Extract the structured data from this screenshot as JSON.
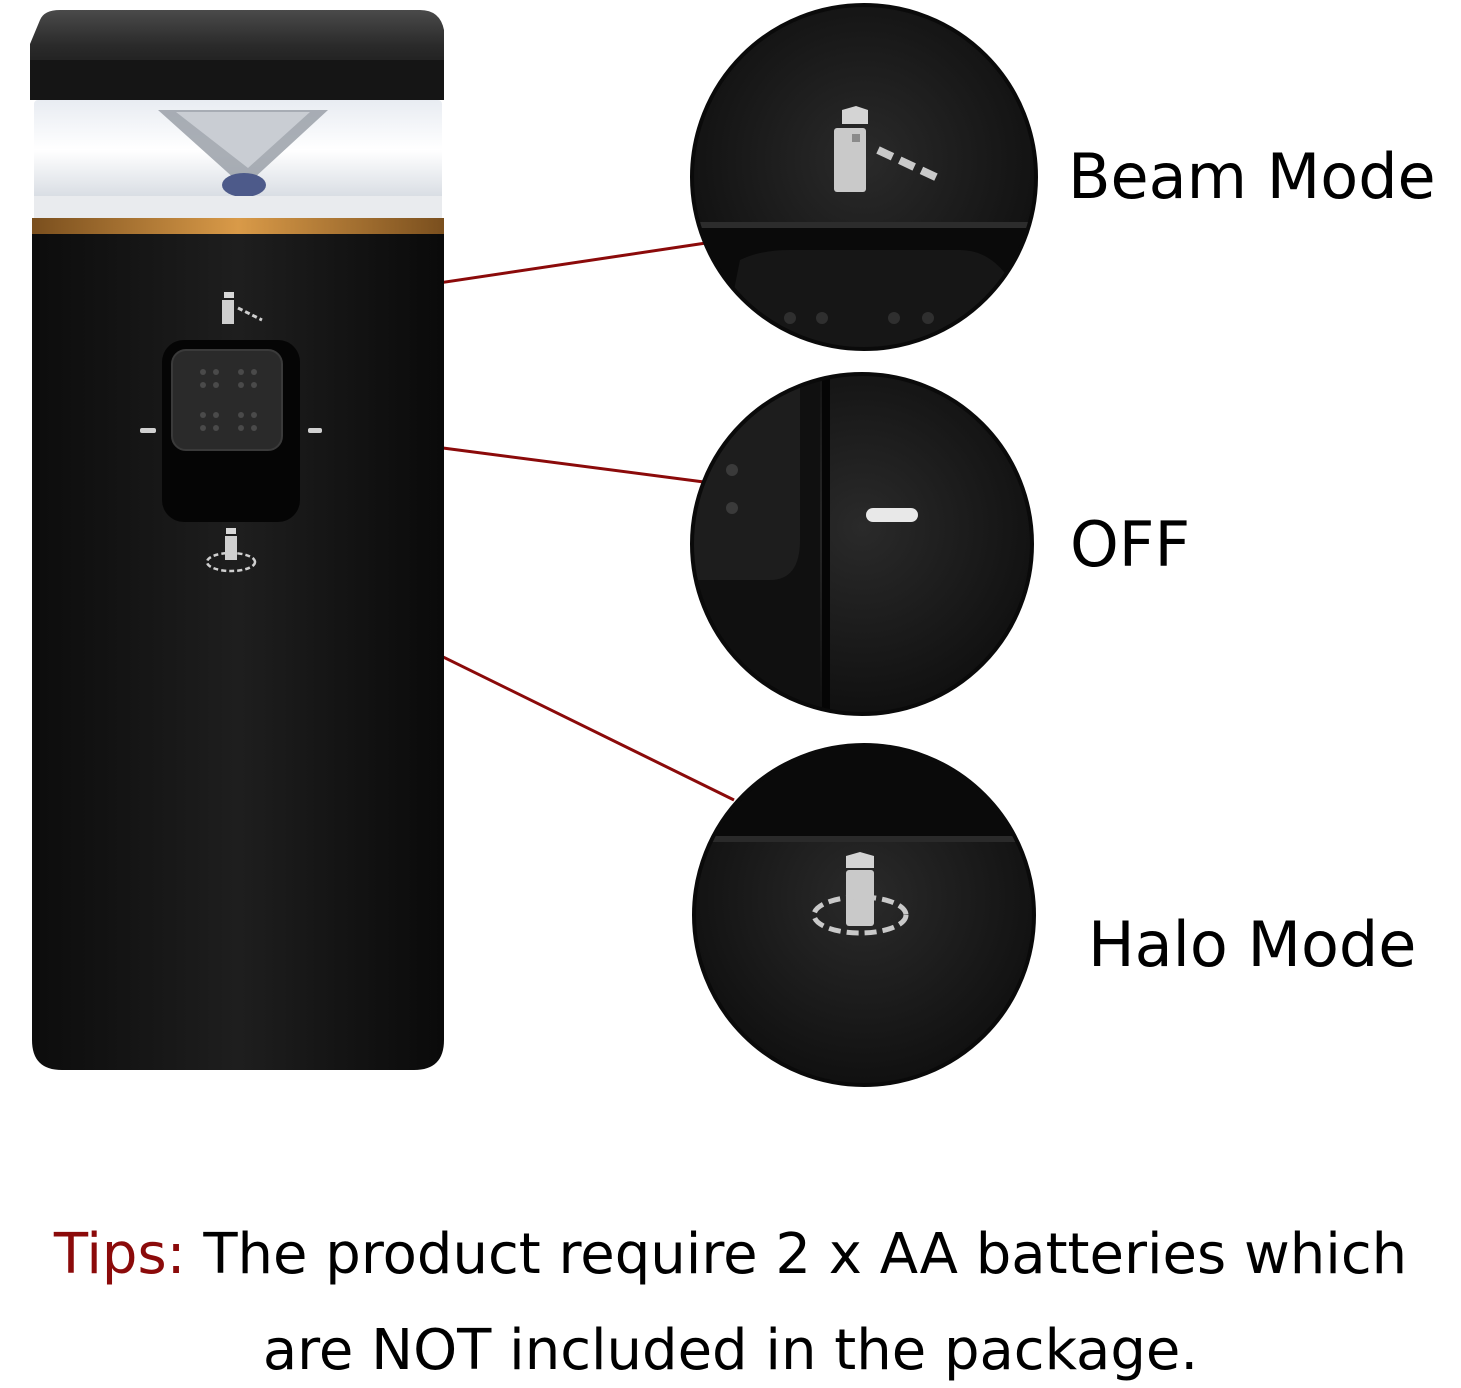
{
  "labels": {
    "beam_mode": "Beam Mode",
    "off": "OFF",
    "halo_mode": "Halo Mode"
  },
  "tips": {
    "prefix": "Tips:",
    "line1": "The product require 2 x AA batteries which",
    "line2": "are NOT included in the package."
  },
  "colors": {
    "device_body": "#141414",
    "accent_band": "#c8893a",
    "leader_line": "#8b0a0a",
    "tips_prefix": "#8b0a0a"
  },
  "icons": [
    "beam-mode-icon",
    "off-indicator-icon",
    "halo-mode-icon"
  ]
}
